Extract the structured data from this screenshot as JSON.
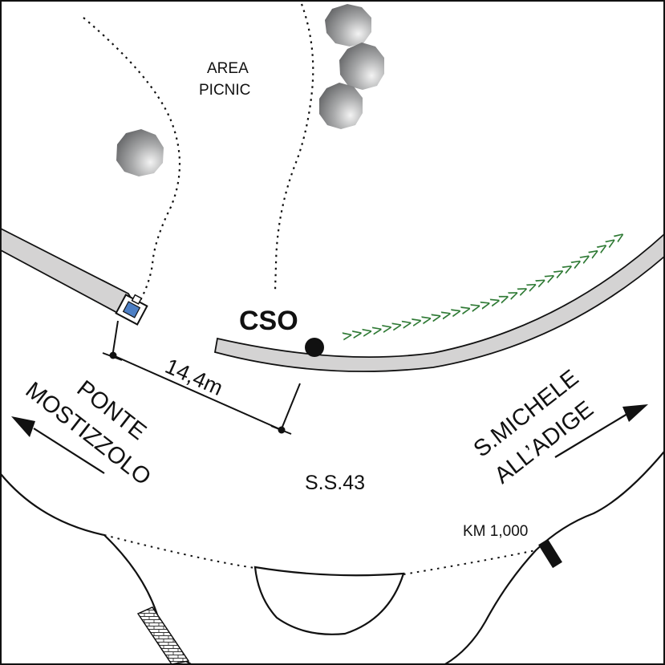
{
  "map": {
    "labels": {
      "area_line1": "AREA",
      "area_line2": "PICNIC",
      "cso": "CSO",
      "distance": "14,4m",
      "west_line1": "PONTE",
      "west_line2": "MOSTIZZOLO",
      "east_line1": "S.MICHELE",
      "east_line2": "ALL’ADIGE",
      "road": "S.S.43",
      "km": "KM 1,000"
    },
    "chevrons": ">>>>>>>>>>>>>>>>>>>>>>>>>>>>>>",
    "colors": {
      "outline": "#111111",
      "road_band": "#d4d3d3",
      "station": "#4d7fc4",
      "chevrons": "#2f7a35",
      "boulder_dark": "#5f6062",
      "boulder_light": "#f3f3f3"
    },
    "icons": [
      "boulder-icon",
      "station-marker-icon",
      "cso-point-icon",
      "arrow-left-icon",
      "arrow-right-icon",
      "km-marker-icon",
      "wall-icon"
    ]
  }
}
